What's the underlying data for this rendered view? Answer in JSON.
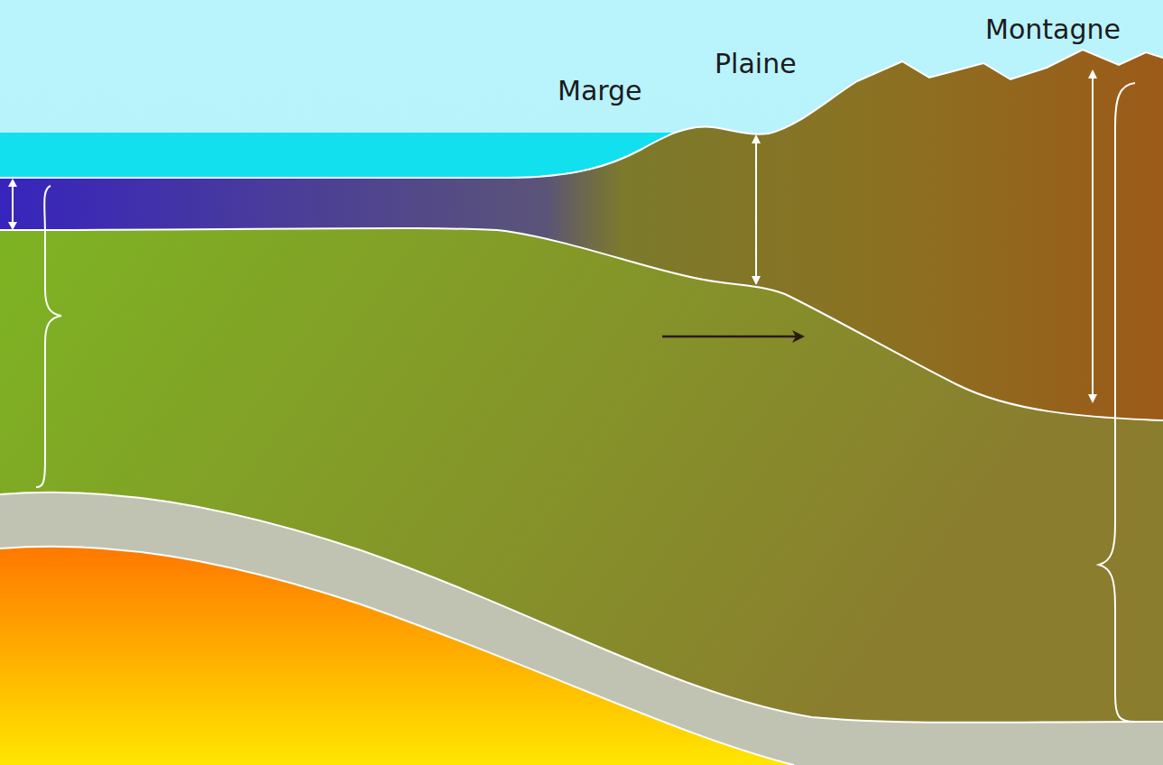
{
  "diagram": {
    "labels": [
      "Marge",
      "Plaine",
      "Montagne"
    ]
  }
}
